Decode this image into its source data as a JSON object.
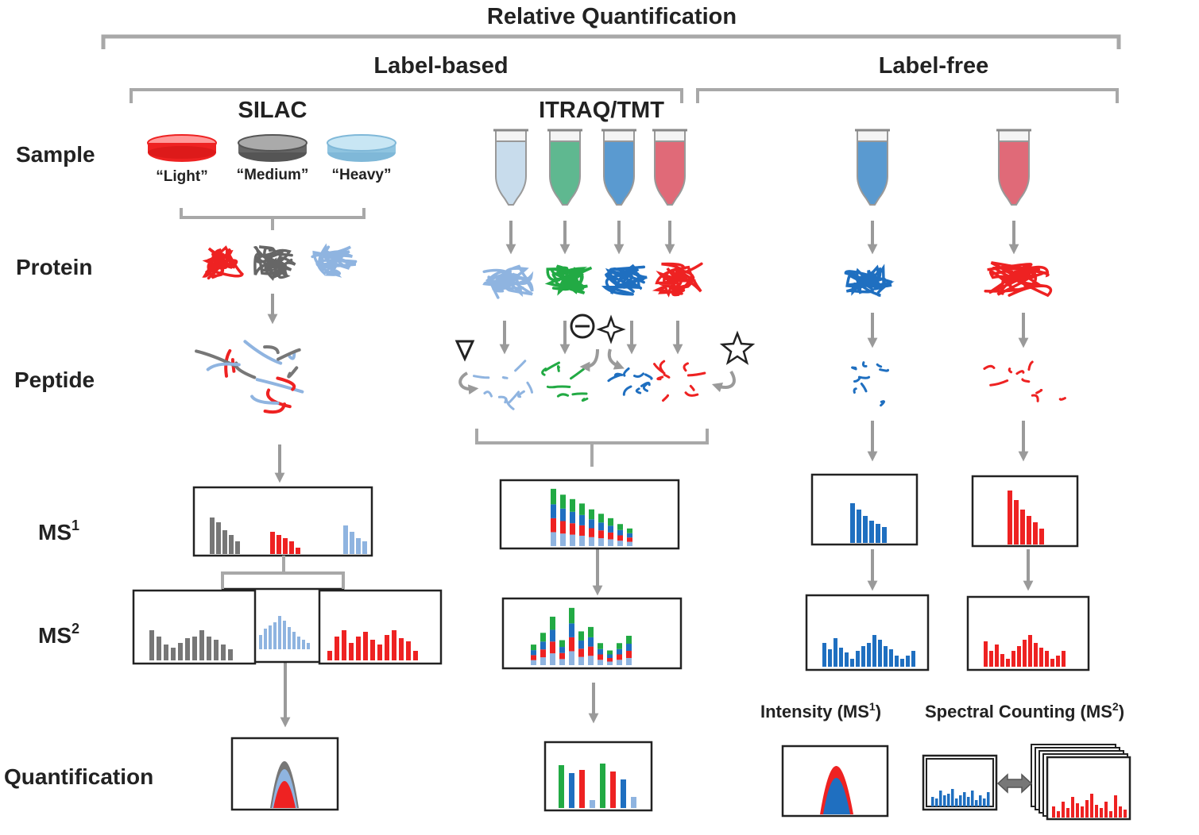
{
  "title": "Relative Quantification",
  "groups": {
    "label_based": "Label-based",
    "label_free": "Label-free"
  },
  "methods": {
    "silac": "SILAC",
    "itraq": "ITRAQ/TMT"
  },
  "rows": {
    "sample": "Sample",
    "protein": "Protein",
    "peptide": "Peptide",
    "ms1": "MS",
    "ms1_sup": "1",
    "ms2": "MS",
    "ms2_sup": "2",
    "quant": "Quantification"
  },
  "dishes": {
    "light": "“Light”",
    "medium": "“Medium”",
    "heavy": "“Heavy”"
  },
  "captions": {
    "intensity": "Intensity (MS",
    "intensity_sup": "1",
    "intensity_end": ")",
    "spectral": "Spectral Counting (MS",
    "spectral_sup": "2",
    "spectral_end": ")"
  },
  "colors": {
    "red": "#ee2222",
    "gray": "#666666",
    "lightblue": "#8fb4e0",
    "green": "#22aa44",
    "blue": "#1f6fc0",
    "arrow": "#9a9a9a",
    "bracket": "#a8a8a8"
  },
  "icons": [
    "dish-icon",
    "tube-icon",
    "protein-icon",
    "peptide-icon",
    "triangle-icon",
    "minus-circle-icon",
    "sparkle-icon",
    "star-icon",
    "double-arrow-icon"
  ]
}
